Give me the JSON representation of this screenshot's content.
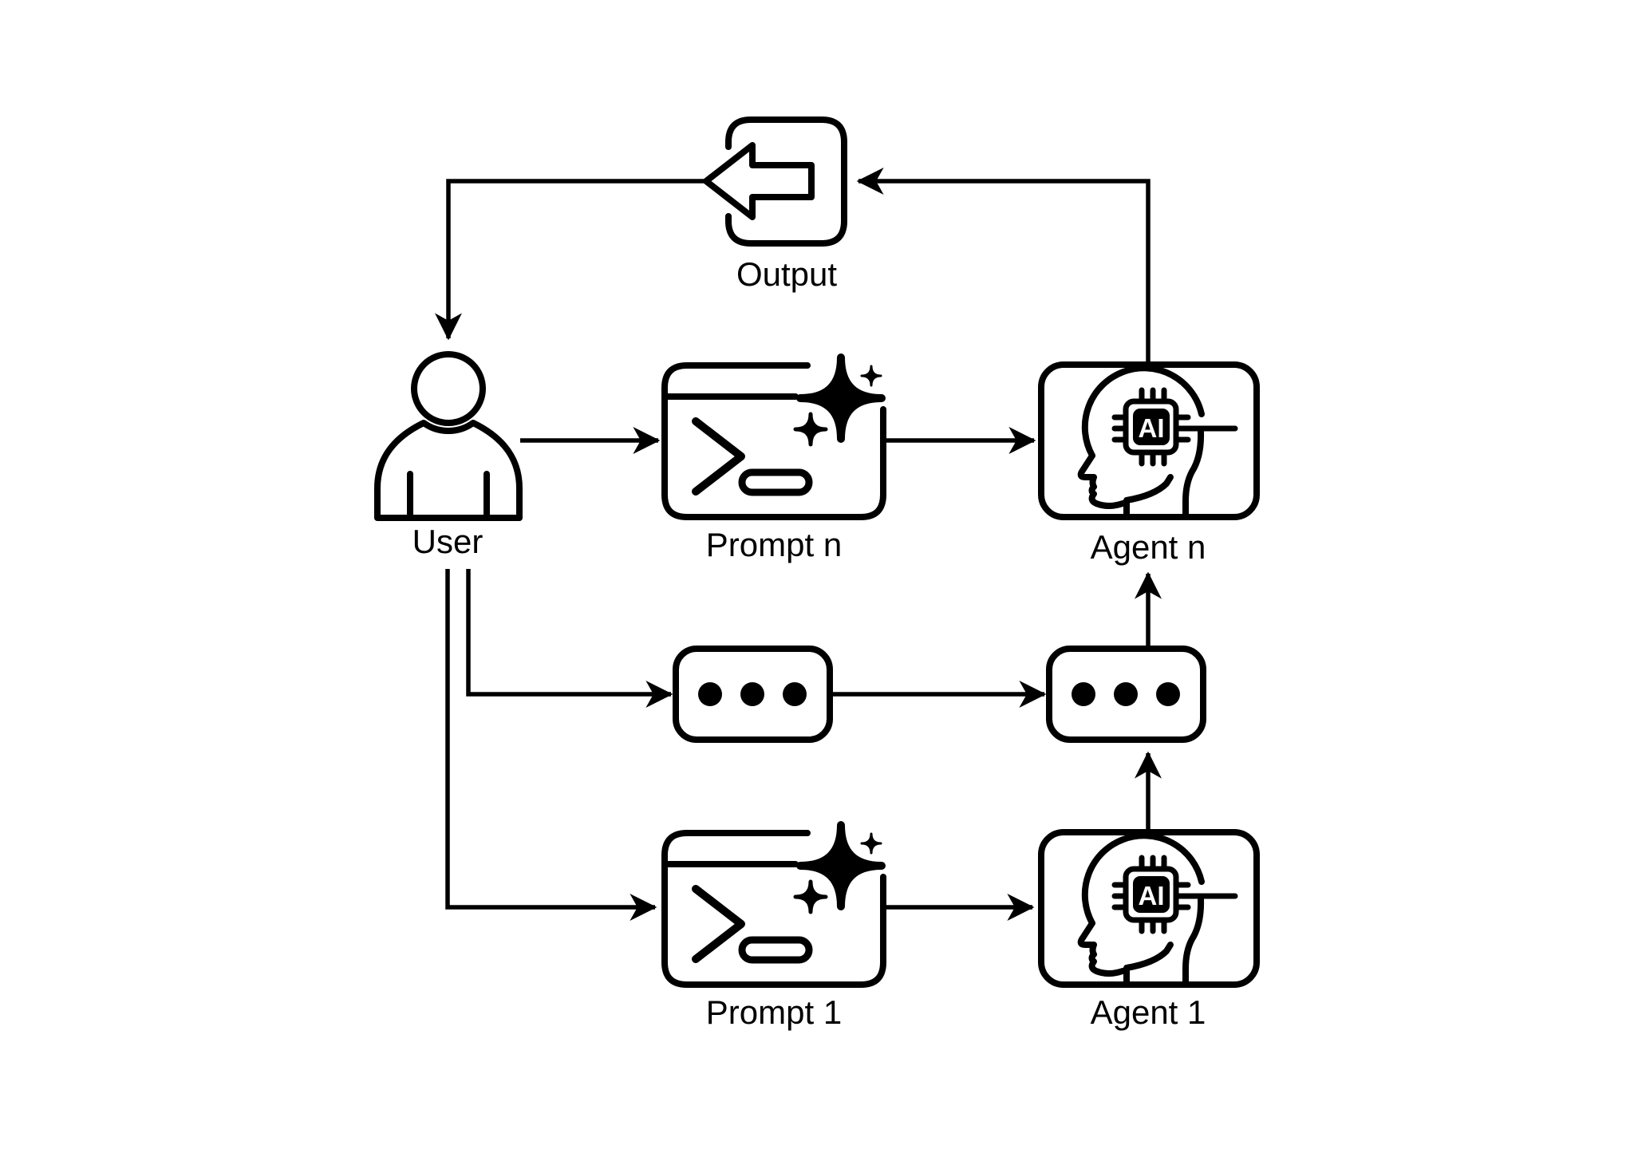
{
  "diagram": {
    "title_semantic": "multi-agent-prompt-loop-flowchart",
    "colors": {
      "ink": "#000000",
      "background": "#ffffff"
    },
    "nodes": {
      "output": {
        "label": "Output",
        "icon": "exit-left-arrow-icon"
      },
      "user": {
        "label": "User",
        "icon": "person-icon"
      },
      "prompt_n": {
        "label": "Prompt n",
        "icon": "terminal-sparkle-icon"
      },
      "agent_n": {
        "label": "Agent n",
        "icon": "ai-head-chip-icon",
        "chip_label": "AI"
      },
      "ellipsis_left": {
        "icon": "three-dots-icon",
        "dot_count": 3
      },
      "ellipsis_right": {
        "icon": "three-dots-icon",
        "dot_count": 3
      },
      "prompt_1": {
        "label": "Prompt 1",
        "icon": "terminal-sparkle-icon"
      },
      "agent_1": {
        "label": "Agent 1",
        "icon": "ai-head-chip-icon",
        "chip_label": "AI"
      }
    },
    "edges": [
      {
        "from": "agent_n",
        "to": "output",
        "style": "arrow"
      },
      {
        "from": "output",
        "to": "user",
        "style": "arrow"
      },
      {
        "from": "user",
        "to": "prompt_n",
        "style": "arrow"
      },
      {
        "from": "prompt_n",
        "to": "agent_n",
        "style": "arrow"
      },
      {
        "from": "user",
        "to": "ellipsis_left",
        "style": "arrow"
      },
      {
        "from": "ellipsis_left",
        "to": "ellipsis_right",
        "style": "arrow"
      },
      {
        "from": "ellipsis_right",
        "to": "agent_n",
        "style": "arrow"
      },
      {
        "from": "user",
        "to": "prompt_1",
        "style": "arrow"
      },
      {
        "from": "prompt_1",
        "to": "agent_1",
        "style": "arrow"
      },
      {
        "from": "agent_1",
        "to": "ellipsis_right",
        "style": "arrow"
      }
    ]
  }
}
